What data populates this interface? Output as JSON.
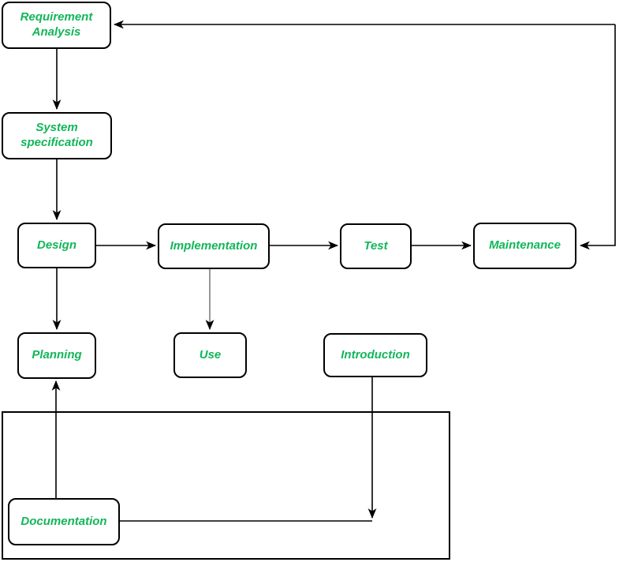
{
  "diagram": {
    "type": "flowchart",
    "description": "Software development lifecycle flowchart with feedback loop",
    "colors": {
      "node_text": "#11b659",
      "node_border": "#000000",
      "connector": "#000000",
      "connector_gray": "#8c8c8c",
      "background": "#ffffff"
    },
    "nodes": {
      "requirement_analysis": {
        "label": "Requirement Analysis"
      },
      "system_specification": {
        "label": "System specification"
      },
      "design": {
        "label": "Design"
      },
      "implementation": {
        "label": "Implementation"
      },
      "test": {
        "label": "Test"
      },
      "maintenance": {
        "label": "Maintenance"
      },
      "planning": {
        "label": "Planning"
      },
      "use": {
        "label": "Use"
      },
      "introduction": {
        "label": "Introduction"
      },
      "documentation": {
        "label": "Documentation"
      }
    },
    "edges": [
      {
        "from": "requirement_analysis",
        "to": "system_specification",
        "style": "solid-black"
      },
      {
        "from": "system_specification",
        "to": "design",
        "style": "solid-black"
      },
      {
        "from": "design",
        "to": "implementation",
        "style": "solid-black"
      },
      {
        "from": "implementation",
        "to": "test",
        "style": "solid-black"
      },
      {
        "from": "test",
        "to": "maintenance",
        "style": "solid-black"
      },
      {
        "from": "design",
        "to": "planning",
        "style": "solid-black"
      },
      {
        "from": "implementation",
        "to": "use",
        "style": "gray-line-black-arrowhead"
      },
      {
        "from": "feedback_line_right_side",
        "to": "requirement_analysis",
        "style": "solid-black",
        "note": "vertical feedback line on far right with arrowheads into both requirement_analysis (top) and maintenance (right side)"
      },
      {
        "from": "feedback_line_right_side",
        "to": "maintenance",
        "style": "solid-black"
      },
      {
        "from": "documentation",
        "to": "planning",
        "style": "solid-black"
      },
      {
        "from": "introduction",
        "to": "documentation_horizontal_line",
        "style": "solid-black",
        "note": "arrow points down from introduction onto the horizontal line coming from documentation"
      }
    ],
    "container": {
      "label": "",
      "note": "large plain rectangle enclosing the documentation node"
    }
  }
}
